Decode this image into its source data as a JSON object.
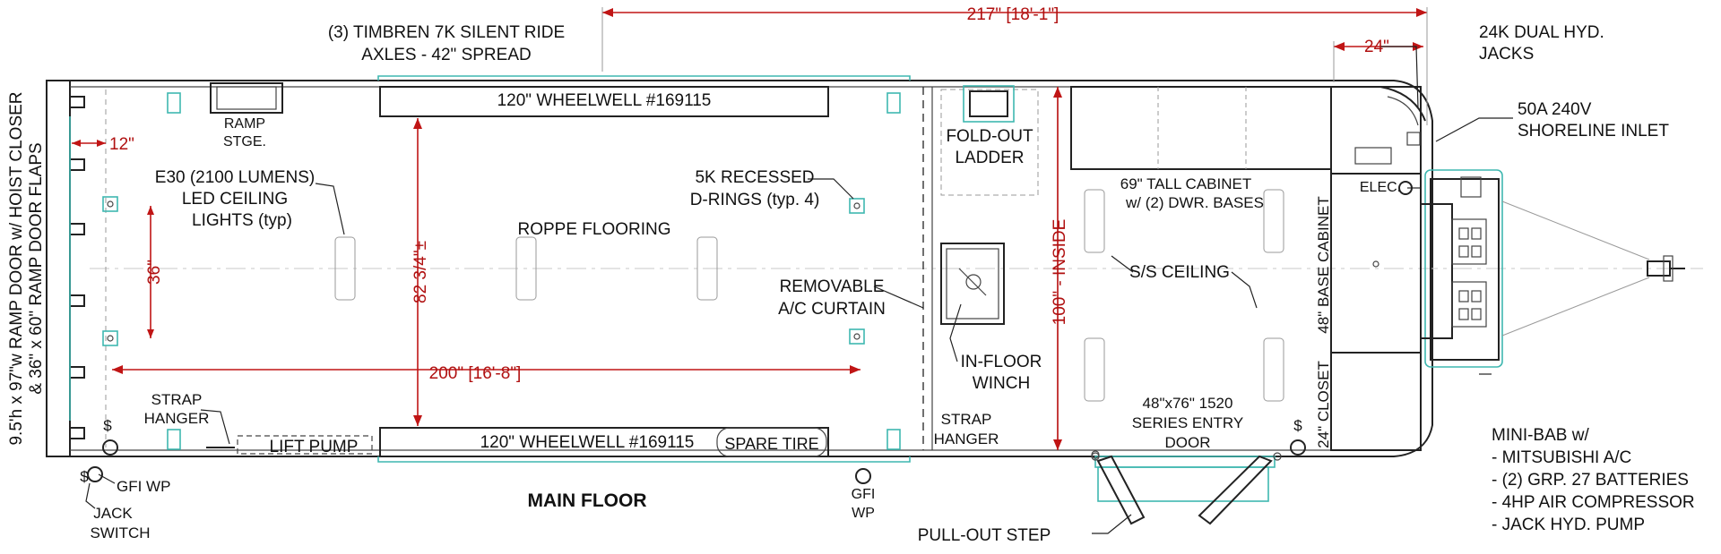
{
  "drawing_title": "MAIN FLOOR",
  "dimensions": {
    "overall_front": "217\" [18'-1\"]",
    "front_offset": "24\"",
    "ramp_offset": "12\"",
    "light_spacing": "36\"",
    "floor_length": "200\" [16'-8\"]",
    "interior_width": "82 3/4\"±",
    "inside_width": "100\" - INSIDE"
  },
  "labels": {
    "axles": [
      "(3) TIMBREN 7K SILENT RIDE",
      "AXLES - 42\" SPREAD"
    ],
    "wheelwell_top": "120\" WHEELWELL #169115",
    "wheelwell_bottom": "120\" WHEELWELL #169115",
    "ramp_storage": [
      "RAMP",
      "STGE."
    ],
    "ceiling_lights": [
      "E30 (2100 LUMENS)",
      "LED CEILING",
      "LIGHTS (typ)"
    ],
    "d_rings": [
      "5K RECESSED",
      "D-RINGS (typ. 4)"
    ],
    "flooring": "ROPPE FLOORING",
    "ac_curtain": [
      "REMOVABLE",
      "A/C CURTAIN"
    ],
    "ladder": [
      "FOLD-OUT",
      "LADDER"
    ],
    "winch": [
      "IN-FLOOR",
      "WINCH"
    ],
    "strap_hanger_left": [
      "STRAP",
      "HANGER"
    ],
    "strap_hanger_right": [
      "STRAP",
      "HANGER"
    ],
    "lift_pump": "LIFT PUMP",
    "spare_tire": "SPARE TIRE",
    "tall_cabinet": [
      "69\" TALL CABINET",
      "w/ (2) DWR. BASES"
    ],
    "ss_ceiling": "S/S CEILING",
    "entry_door": [
      "48\"x76\" 1520",
      "SERIES ENTRY",
      "DOOR"
    ],
    "base_cabinet": "48\" BASE CABINET",
    "closet": "24\" CLOSET",
    "elec": "ELEC.",
    "pull_out_step": "PULL-OUT STEP",
    "ramp_door": [
      "9.5'h x 97\"w RAMP DOOR w/ HOIST CLOSER",
      "& 36\" x 60\" RAMP DOOR FLAPS"
    ],
    "gfi_left": "GFI WP",
    "gfi_mid": [
      "GFI",
      "WP"
    ],
    "jack_switch": [
      "JACK",
      "SWITCH"
    ],
    "dual_jacks": [
      "24K DUAL HYD.",
      "JACKS"
    ],
    "shoreline": [
      "50A 240V",
      "SHORELINE INLET"
    ],
    "mini_bab": [
      "MINI-BAB w/",
      "- MITSUBISHI A/C",
      "- (2) GRP. 27 BATTERIES",
      "- 4HP AIR COMPRESSOR",
      "- JACK HYD. PUMP"
    ],
    "switch_symbol": "$"
  }
}
